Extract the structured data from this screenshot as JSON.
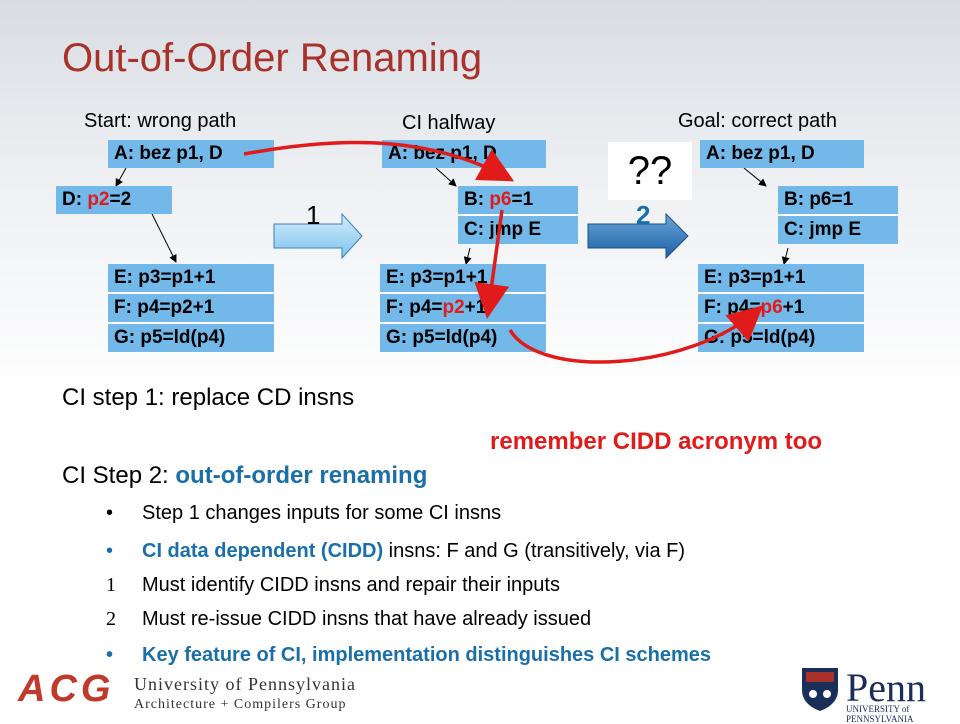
{
  "title": "Out-of-Order Renaming",
  "columns": {
    "start_label": "Start: wrong path",
    "mid_label": "CI halfway",
    "goal_label": "Goal: correct path"
  },
  "boxes": {
    "start": {
      "a": "A: bez p1, D",
      "d_prefix": "D: ",
      "d_red": "p2",
      "d_suffix": "=2",
      "e": "E: p3=p1+1",
      "f": "F: p4=p2+1",
      "g": "G: p5=ld(p4)"
    },
    "mid": {
      "a": "A: bez p1, D",
      "b_prefix": "B: ",
      "b_red": "p6",
      "b_suffix": "=1",
      "c": "C: jmp E",
      "e": "E: p3=p1+1",
      "f_prefix": "F: p4=",
      "f_red": "p2",
      "f_suffix": "+1",
      "g": "G: p5=ld(p4)"
    },
    "goal": {
      "a": "A: bez p1, D",
      "b": "B: p6=1",
      "c": "C: jmp E",
      "e": "E: p3=p1+1",
      "f_prefix": "F: p4=",
      "f_red": "p6",
      "f_suffix": "+1",
      "g": "G: p5=ld(p4)"
    }
  },
  "arrows": {
    "step1": "1",
    "step2": "2",
    "question": "??"
  },
  "text": {
    "step1": "CI step 1: replace CD insns",
    "remember": "remember CIDD acronym too",
    "step2_prefix": "CI Step 2: ",
    "step2_highlight": "out-of-order renaming"
  },
  "bullets": [
    {
      "mark": "•",
      "text": "Step 1 changes inputs for some CI insns"
    },
    {
      "mark": "•",
      "text_bold": "CI data dependent (CIDD)",
      "text": " insns: F and G (transitively, via F)"
    },
    {
      "mark": "1",
      "text": "Must identify CIDD insns and repair their inputs"
    },
    {
      "mark": "2",
      "text": "Must re-issue CIDD insns that have already issued"
    },
    {
      "mark": "•",
      "text": "Key feature of CI, implementation distinguishes CI schemes"
    }
  ],
  "footer": {
    "acg": "ACG",
    "upenn_line1": "University of Pennsylvania",
    "upenn_line2": "Architecture + Compilers Group",
    "penn": "Penn",
    "penn_sub": "UNIVERSITY of PENNSYLVANIA"
  },
  "colors": {
    "title": "#a8322a",
    "box": "#72b8e8",
    "red": "#e11a1a",
    "blue": "#1b6fa8"
  }
}
